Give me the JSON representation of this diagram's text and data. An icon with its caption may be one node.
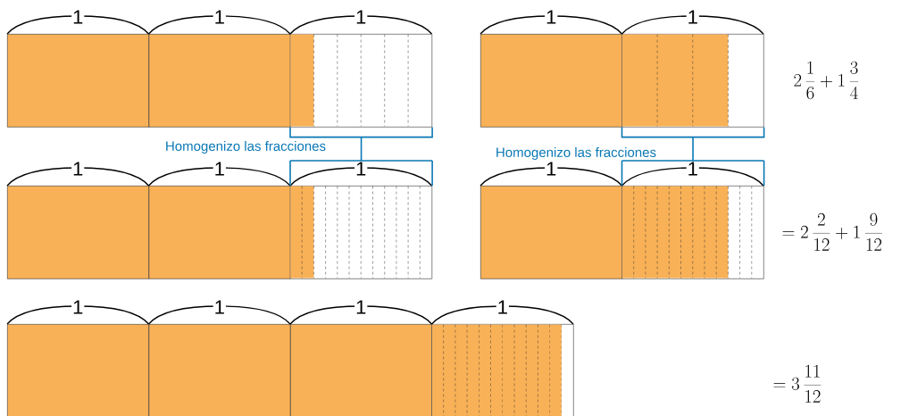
{
  "diagram": {
    "nodes": [
      {
        "text": [
          "1"
        ]
      },
      {
        "text": [
          "1"
        ]
      },
      {
        "text": [
          "1"
        ]
      },
      {
        "text": [
          "1"
        ]
      },
      {
        "text": [
          "1"
        ]
      },
      {
        "text": [
          "1"
        ]
      },
      {
        "text": [
          "1"
        ]
      },
      {
        "text": [
          "1"
        ]
      },
      {
        "text": [
          "1"
        ]
      },
      {
        "text": [
          "1"
        ]
      },
      {
        "text": [
          "1"
        ]
      },
      {
        "text": [
          "1"
        ]
      },
      {
        "text": [
          "1"
        ]
      },
      {
        "text": [
          "1"
        ]
      }
    ],
    "edges": [
      {
        "from": 2,
        "to": 7,
        "arrow": "none",
        "label": "Homogenizo las fracciones",
        "color": "#0b78b5"
      },
      {
        "from": 4,
        "to": 9,
        "arrow": "none",
        "label": "Homogenizo las fracciones",
        "color": "#0b78b5"
      }
    ],
    "labels": [
      "2\\,\\frac{1}{6}+1\\,\\frac{3}{4}",
      "=2\\,\\frac{2}{12}+1\\,\\frac{9}{12}",
      "=3\\,\\frac{11}{12}"
    ]
  }
}
